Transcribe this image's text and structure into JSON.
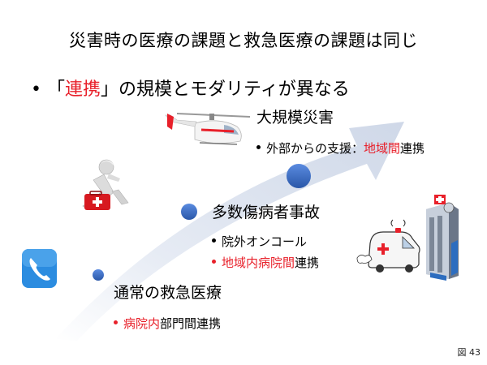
{
  "title": "災害時の医療の課題と救急医療の課題は同じ",
  "main_bullet": {
    "prefix": "「",
    "highlight": "連携",
    "suffix": "」の規模とモダリティが異なる"
  },
  "levels": [
    {
      "heading": "通常の救急医療",
      "items": [
        {
          "red_part": "病院内",
          "black_part": "部門間連携",
          "dot_color": "red"
        }
      ]
    },
    {
      "heading": "多数傷病者事故",
      "items": [
        {
          "red_part": "",
          "black_part": "院外オンコール",
          "dot_color": "black"
        },
        {
          "red_part": "地域内病院間",
          "black_part": "連携",
          "dot_color": "red"
        }
      ]
    },
    {
      "heading": "大規模災害",
      "items": [
        {
          "black_prefix": "外部からの支援：",
          "red_part": "地域間",
          "black_part": "連携",
          "dot_color": "black"
        }
      ]
    }
  ],
  "figure_label": "図 43",
  "colors": {
    "accent_red": "#e8202a",
    "arrow_fill": "#dde3ef",
    "circle_fill": "#3a6cc0"
  },
  "icons": [
    "phone-icon",
    "runner-with-medical-bag-icon",
    "helicopter-icon",
    "ambulance-icon",
    "hospital-building-icon"
  ]
}
